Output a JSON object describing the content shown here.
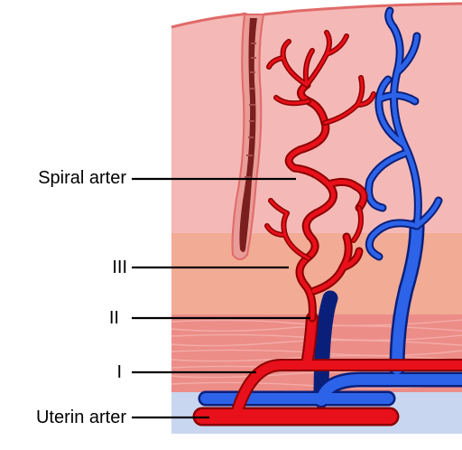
{
  "labels": {
    "spiral_artery": "Spiral arter",
    "level_iii": "III",
    "level_ii": "II",
    "level_i": "I",
    "uterine_artery": "Uterin arter"
  },
  "colors": {
    "artery": "#e8101a",
    "artery_outline": "#8a0000",
    "vein": "#2c63e8",
    "vein_outline": "#0a1f7a",
    "functional_layer": "#f4b9b7",
    "functional_edge": "#e06a68",
    "basal_layer": "#f0aa92",
    "myometrium": "#ec8a86",
    "gland": "#7a1e1e",
    "serosa": "#c6d4ee"
  }
}
